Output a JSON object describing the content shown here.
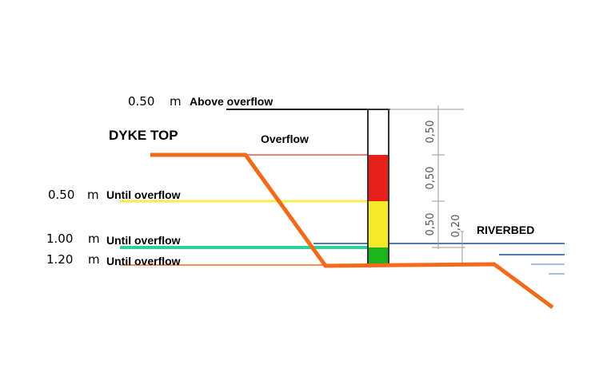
{
  "labels": {
    "above_value": "0.50",
    "above_unit": "m",
    "above_text": "Above overflow",
    "dyke_top": "DYKE TOP",
    "overflow": "Overflow",
    "level1_value": "0.50",
    "level1_unit": "m",
    "level1_text": "Until overflow",
    "level2_value": "1.00",
    "level2_unit": "m",
    "level2_text": "Until overflow",
    "level3_value": "1.20",
    "level3_unit": "m",
    "level3_text": "Until overflow",
    "riverbed": "RIVERBED"
  },
  "dimensions": {
    "dim1": "0,50",
    "dim2": "0,50",
    "dim3": "0,50",
    "dim4": "0,20"
  },
  "colors": {
    "dyke": "#f26b1d",
    "gauge_red": "#e8201c",
    "gauge_yellow": "#f5ea2a",
    "gauge_green": "#1db31d",
    "line_overflow": "#f07f7f",
    "line_yellow": "#f7ee4a",
    "line_teal": "#2ecf9c",
    "line_riverbed": "#1f4e8c",
    "water_lines": "#8ea6d8"
  }
}
